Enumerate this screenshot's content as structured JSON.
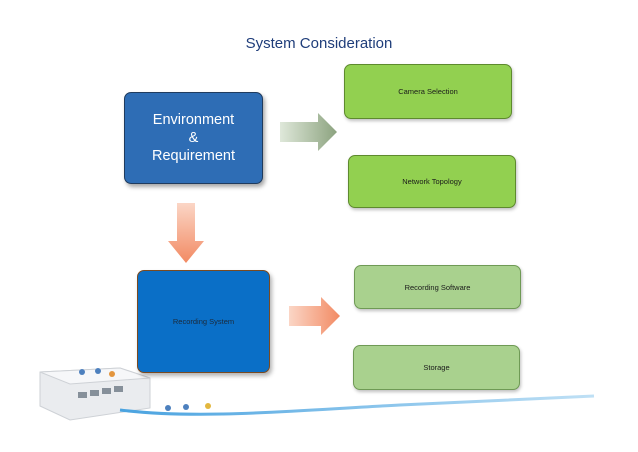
{
  "diagram": {
    "title": "System Consideration",
    "environment_box": {
      "line1": "Environment",
      "line2": "&",
      "line3": "Requirement"
    },
    "recording_system_box": "Recording System",
    "camera_selection_box": "Camera Selection",
    "network_topology_box": "Network Topology",
    "recording_software_box": "Recording Software",
    "storage_box": "Storage"
  },
  "colors": {
    "title_text": "#1f3d7a",
    "environment_fill": "#2e6db5",
    "recording_system_fill": "#0a6fc7",
    "top_green_fill": "#92d050",
    "bottom_green_fill": "#a9d18e",
    "arrow_green": "#a8b8a0",
    "arrow_orange": "#f4a07a"
  }
}
